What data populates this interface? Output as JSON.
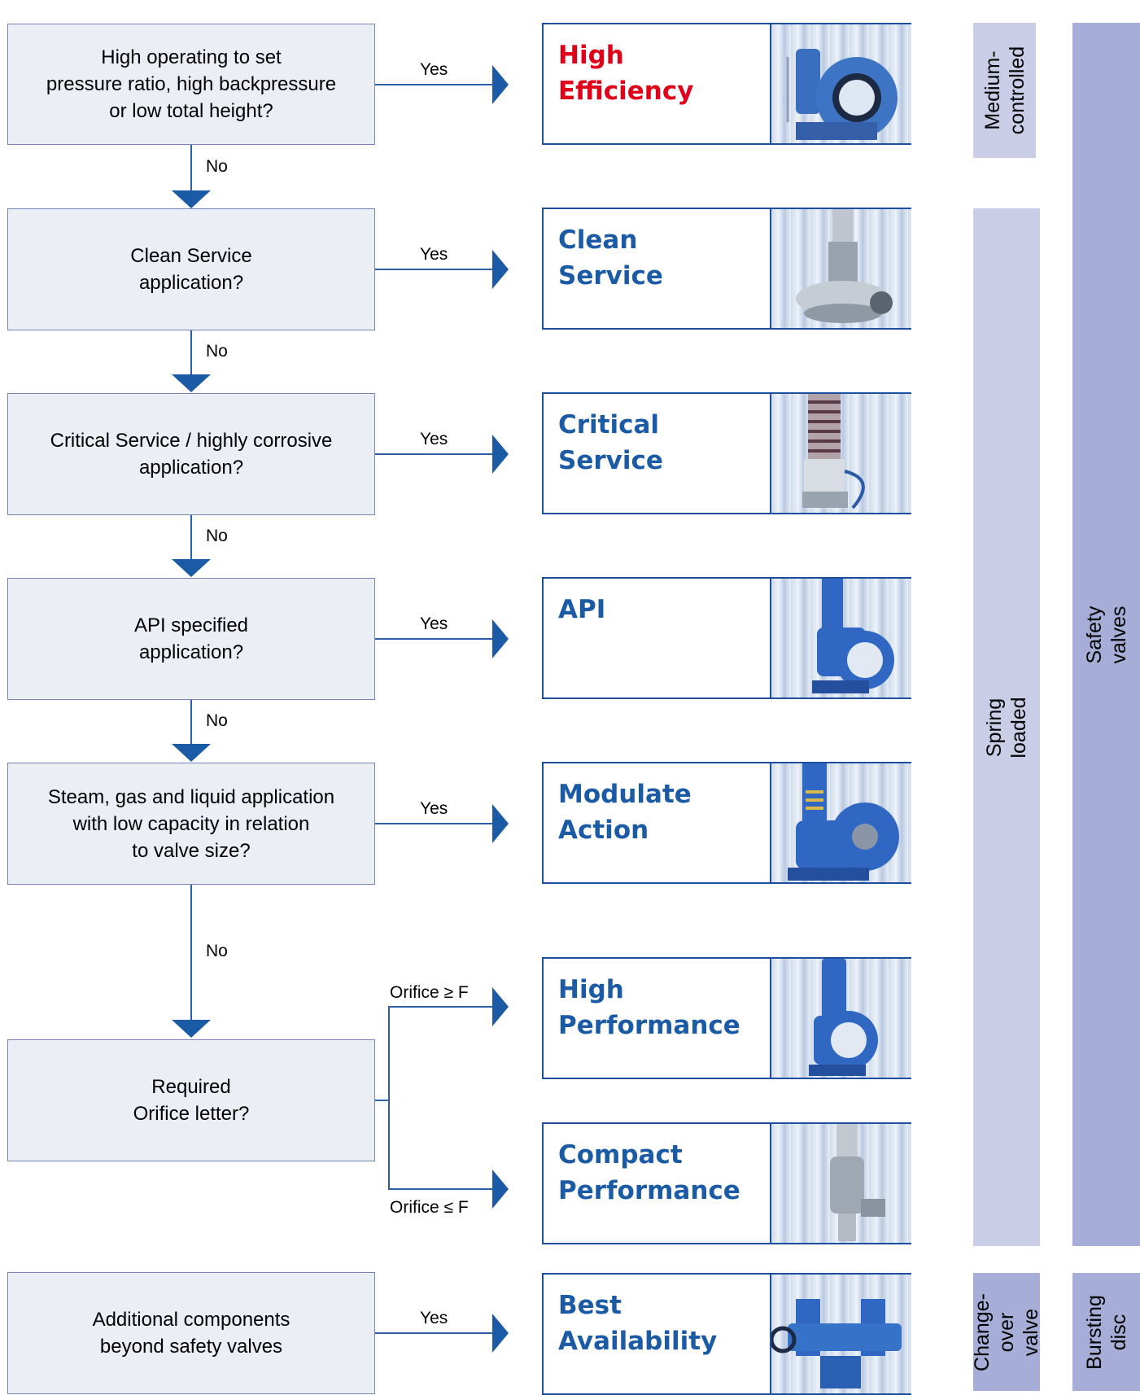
{
  "questions": [
    "High operating to set\npressure ratio, high backpressure\nor low total height?",
    "Clean Service\napplication?",
    "Critical Service / highly corrosive\napplication?",
    "API specified\napplication?",
    "Steam, gas and liquid application\nwith low capacity in relation\nto valve size?",
    "Required\nOrifice letter?",
    "Additional components\nbeyond safety valves"
  ],
  "yes_label": "Yes",
  "no_label": "No",
  "orifice_ge": "Orifice ≥ F",
  "orifice_le": "Orifice ≤ F",
  "valves": [
    {
      "name": "High\nEfficiency",
      "color": "#e10019",
      "icon": "pilot-valve-icon"
    },
    {
      "name": "Clean\nService",
      "color": "#1b5aa5",
      "icon": "clean-service-valve-icon"
    },
    {
      "name": "Critical\nService",
      "color": "#1b5aa5",
      "icon": "critical-service-valve-icon"
    },
    {
      "name": "API",
      "color": "#1b5aa5",
      "icon": "api-valve-icon"
    },
    {
      "name": "Modulate\nAction",
      "color": "#1b5aa5",
      "icon": "modulate-action-valve-icon"
    },
    {
      "name": "High\nPerformance",
      "color": "#1b5aa5",
      "icon": "high-performance-valve-icon"
    },
    {
      "name": "Compact\nPerformance",
      "color": "#1b5aa5",
      "icon": "compact-performance-valve-icon"
    },
    {
      "name": "Best\nAvailability",
      "color": "#1b5aa5",
      "icon": "change-over-valve-icon"
    }
  ],
  "side_labels": {
    "medium_controlled": "Medium-\ncontrolled",
    "spring_loaded": "Spring loaded",
    "safety_valves": "Safety valves",
    "change_over_valve": "Change-\nover valve",
    "bursting_disc": "Bursting\ndisc"
  },
  "colors": {
    "accent": "#1b5aa5",
    "highlight": "#e10019",
    "box_fill": "#eceef6",
    "column_light": "#c9cde6",
    "column_dark": "#a6add6"
  }
}
